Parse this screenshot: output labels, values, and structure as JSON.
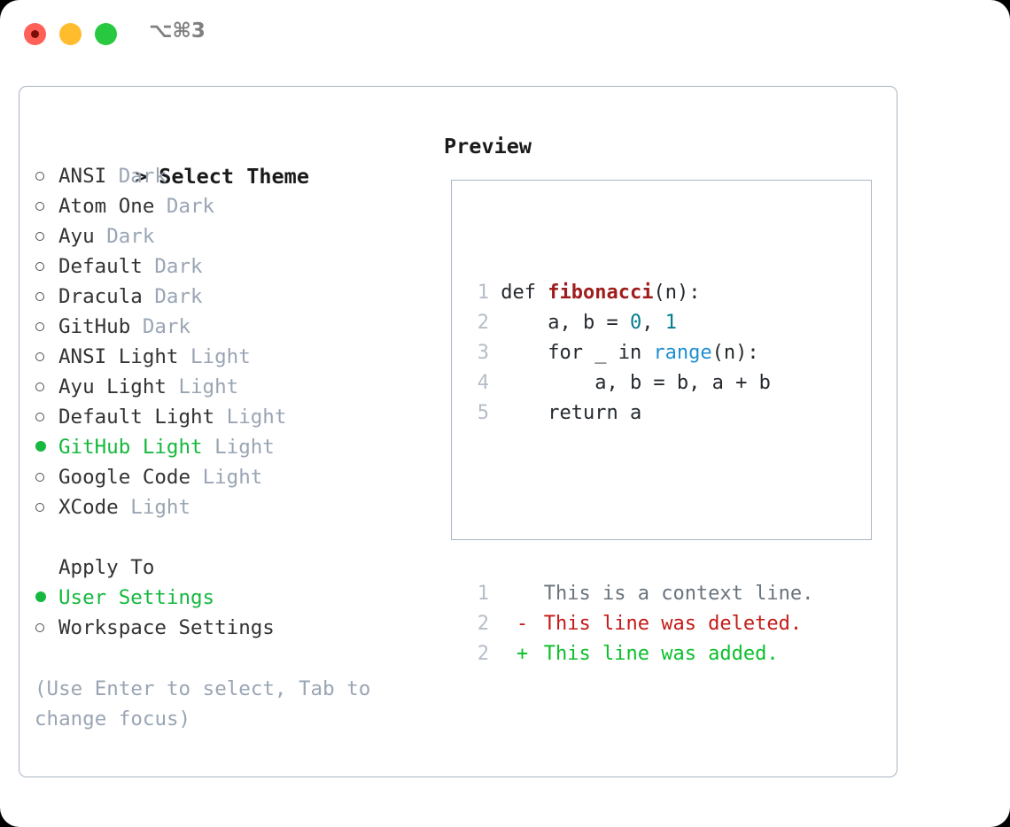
{
  "window": {
    "shortcut_label": "⌥⌘3",
    "traffic_lights": {
      "close": "#ff6058",
      "minimize": "#ffbd2e",
      "maximize": "#28c840"
    }
  },
  "theme_picker": {
    "header_marker": ">",
    "header_label": "Select Theme",
    "selected_marker": "●",
    "unselected_marker": "○",
    "items": [
      {
        "name": "ANSI",
        "variant": "Dark",
        "selected": false
      },
      {
        "name": "Atom One",
        "variant": "Dark",
        "selected": false
      },
      {
        "name": "Ayu",
        "variant": "Dark",
        "selected": false
      },
      {
        "name": "Default",
        "variant": "Dark",
        "selected": false
      },
      {
        "name": "Dracula",
        "variant": "Dark",
        "selected": false
      },
      {
        "name": "GitHub",
        "variant": "Dark",
        "selected": false
      },
      {
        "name": "ANSI Light",
        "variant": "Light",
        "selected": false
      },
      {
        "name": "Ayu Light",
        "variant": "Light",
        "selected": false
      },
      {
        "name": "Default Light",
        "variant": "Light",
        "selected": false
      },
      {
        "name": "GitHub Light",
        "variant": "Light",
        "selected": true
      },
      {
        "name": "Google Code",
        "variant": "Light",
        "selected": false
      },
      {
        "name": "XCode",
        "variant": "Light",
        "selected": false
      }
    ]
  },
  "apply_to": {
    "label": "Apply To",
    "options": [
      {
        "name": "User Settings",
        "selected": true
      },
      {
        "name": "Workspace Settings",
        "selected": false
      }
    ]
  },
  "hint": {
    "text": "(Use Enter to select, Tab to change focus)"
  },
  "preview": {
    "title": "Preview",
    "code_lines": [
      {
        "n": "1",
        "tokens": [
          {
            "t": "def ",
            "cls": "tok-plain"
          },
          {
            "t": "fibonacci",
            "cls": "tok-fn"
          },
          {
            "t": "(n):",
            "cls": "tok-plain"
          }
        ]
      },
      {
        "n": "2",
        "tokens": [
          {
            "t": "    a, b = ",
            "cls": "tok-plain"
          },
          {
            "t": "0",
            "cls": "tok-num"
          },
          {
            "t": ", ",
            "cls": "tok-plain"
          },
          {
            "t": "1",
            "cls": "tok-num"
          }
        ]
      },
      {
        "n": "3",
        "tokens": [
          {
            "t": "    for _ in ",
            "cls": "tok-plain"
          },
          {
            "t": "range",
            "cls": "tok-call"
          },
          {
            "t": "(n):",
            "cls": "tok-plain"
          }
        ]
      },
      {
        "n": "4",
        "tokens": [
          {
            "t": "        a, b = b, a + b",
            "cls": "tok-plain"
          }
        ]
      },
      {
        "n": "5",
        "tokens": [
          {
            "t": "    return a",
            "cls": "tok-plain"
          }
        ]
      }
    ],
    "diff_lines": [
      {
        "n": "1",
        "mark": " ",
        "text": "This is a context line.",
        "kind": "diff-ctx"
      },
      {
        "n": "2",
        "mark": "-",
        "text": "This line was deleted.",
        "kind": "diff-del"
      },
      {
        "n": "2",
        "mark": "+",
        "text": "This line was added.",
        "kind": "diff-add"
      }
    ]
  },
  "colors": {
    "accent_green": "#15b83e",
    "variant_muted": "#9aa5b4",
    "border": "#a9b4c2",
    "fn_red": "#9f1d1d",
    "num_teal": "#027d8d",
    "call_blue": "#1f8fd1",
    "diff_delete": "#c41a16",
    "diff_add": "#0bbf2a",
    "line_number": "#b6bdc7"
  }
}
